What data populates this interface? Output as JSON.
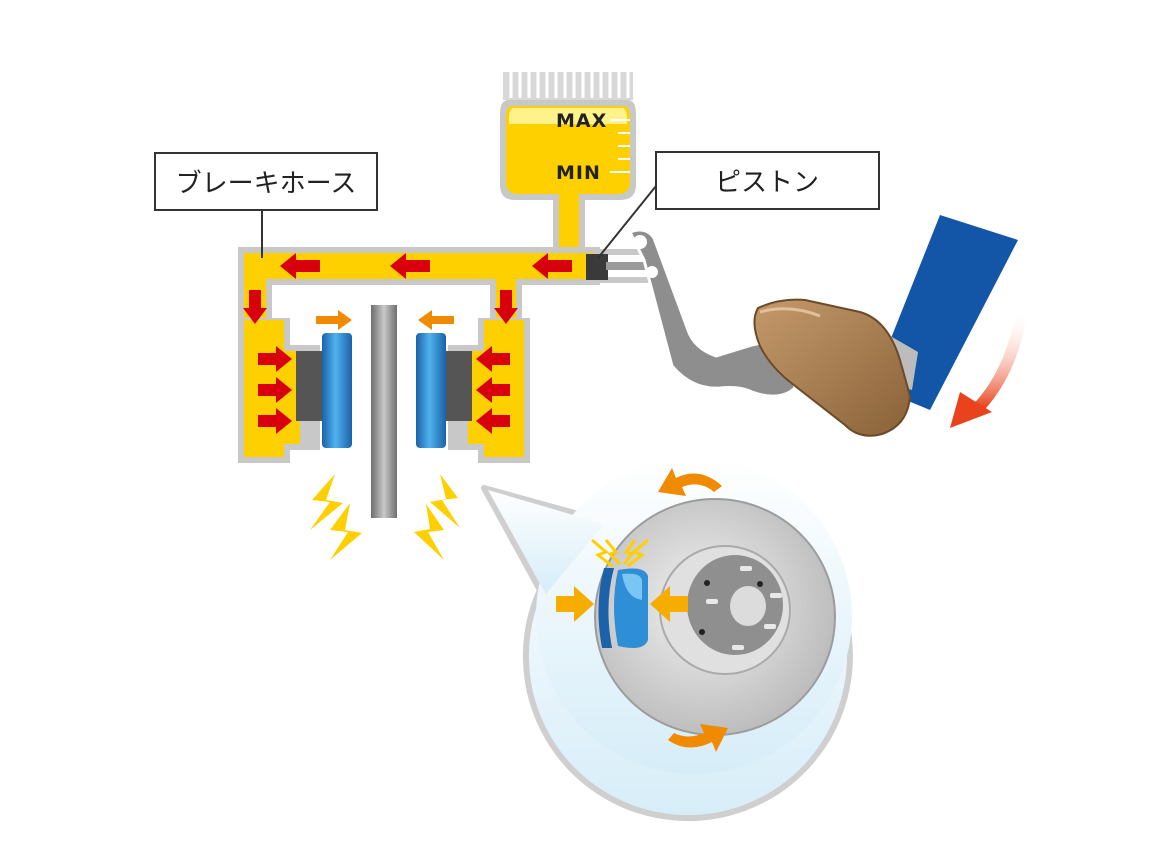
{
  "labels": {
    "brake_hose": "ブレーキホース",
    "piston": "ピストン"
  },
  "reservoir": {
    "max": "MAX",
    "min": "MIN"
  },
  "colors": {
    "fluid": "#ffd000",
    "fluid_light": "#fff28a",
    "pressure_arrow": "#d9000d",
    "motion_arrow": "#f08a00",
    "housing": "#c8c8c8",
    "pad": "#2f8fd6",
    "backing": "#555555",
    "rotor": "#8a8a8a",
    "pedal": "#8e8e8e",
    "shoe": "#a67c52",
    "trouser": "#1356a8",
    "spark": "#ffcf00"
  },
  "icons": [
    "pressure-arrow-icon",
    "spark-icon",
    "rotation-arrow-icon",
    "pedal-icon",
    "foot-icon"
  ]
}
